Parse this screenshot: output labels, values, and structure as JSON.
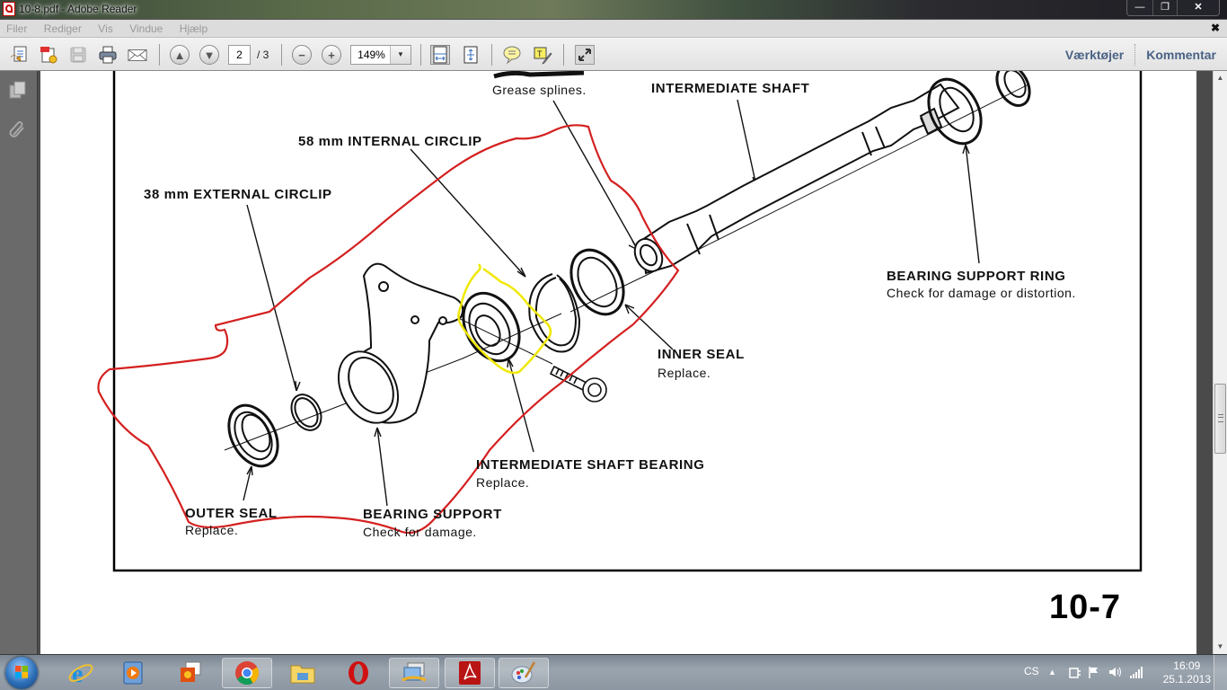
{
  "window": {
    "title": "10-8.pdf - Adobe Reader",
    "controls": {
      "minimize": "—",
      "maximize": "❐",
      "close": "✕"
    }
  },
  "menubar": {
    "items": [
      "Filer",
      "Rediger",
      "Vis",
      "Vindue",
      "Hjælp"
    ],
    "doc_close": "✖"
  },
  "toolbar": {
    "page_current": "2",
    "page_total": "/ 3",
    "zoom_value": "149%",
    "zoom_dropdown": "▼",
    "right_links": [
      "Værktøjer",
      "Kommentar"
    ],
    "icons": [
      "create-pdf-icon",
      "convert-icon",
      "save-icon",
      "print-icon",
      "email-icon",
      "prev-page-icon",
      "next-page-icon",
      "zoom-out-icon",
      "zoom-in-icon",
      "fit-width-icon",
      "fit-page-icon",
      "comment-icon",
      "highlight-text-icon",
      "fullscreen-icon"
    ]
  },
  "navpane": {
    "icons": [
      "pages-icon",
      "attachments-icon"
    ]
  },
  "scrollbar": {
    "up": "▲",
    "down": "▼",
    "position_fraction": 0.6
  },
  "document": {
    "labels": {
      "grease_note": "Grease splines.",
      "intermediate_shaft": "INTERMEDIATE SHAFT",
      "internal_circlip": "58 mm INTERNAL CIRCLIP",
      "external_circlip": "38 mm EXTERNAL CIRCLIP",
      "bearing_support_ring": "BEARING SUPPORT RING",
      "bearing_support_ring_note": "Check for damage or distortion.",
      "inner_seal": "INNER SEAL",
      "inner_seal_note": "Replace.",
      "shaft_bearing": "INTERMEDIATE SHAFT BEARING",
      "shaft_bearing_note": "Replace.",
      "outer_seal": "OUTER SEAL",
      "outer_seal_note": "Replace.",
      "bearing_support": "BEARING SUPPORT",
      "bearing_support_note": "Check for damage."
    },
    "page_number": "10-7",
    "annotation_colors": {
      "red_outline": "#d42020",
      "yellow_outline": "#f0e800"
    }
  },
  "taskbar": {
    "apps": [
      "internet-explorer",
      "media-player",
      "photo-gallery",
      "chrome",
      "file-explorer",
      "opera",
      "outlook-mail",
      "adobe-reader",
      "paint"
    ],
    "tray": {
      "language": "CS",
      "show_hidden": "▲",
      "time": "16:09",
      "date": "25.1.2013"
    }
  },
  "colors": {
    "link_blue": "#4a6285",
    "nav_gray": "#6a6a6a",
    "toolbar_bg": "#e8e8e8"
  }
}
